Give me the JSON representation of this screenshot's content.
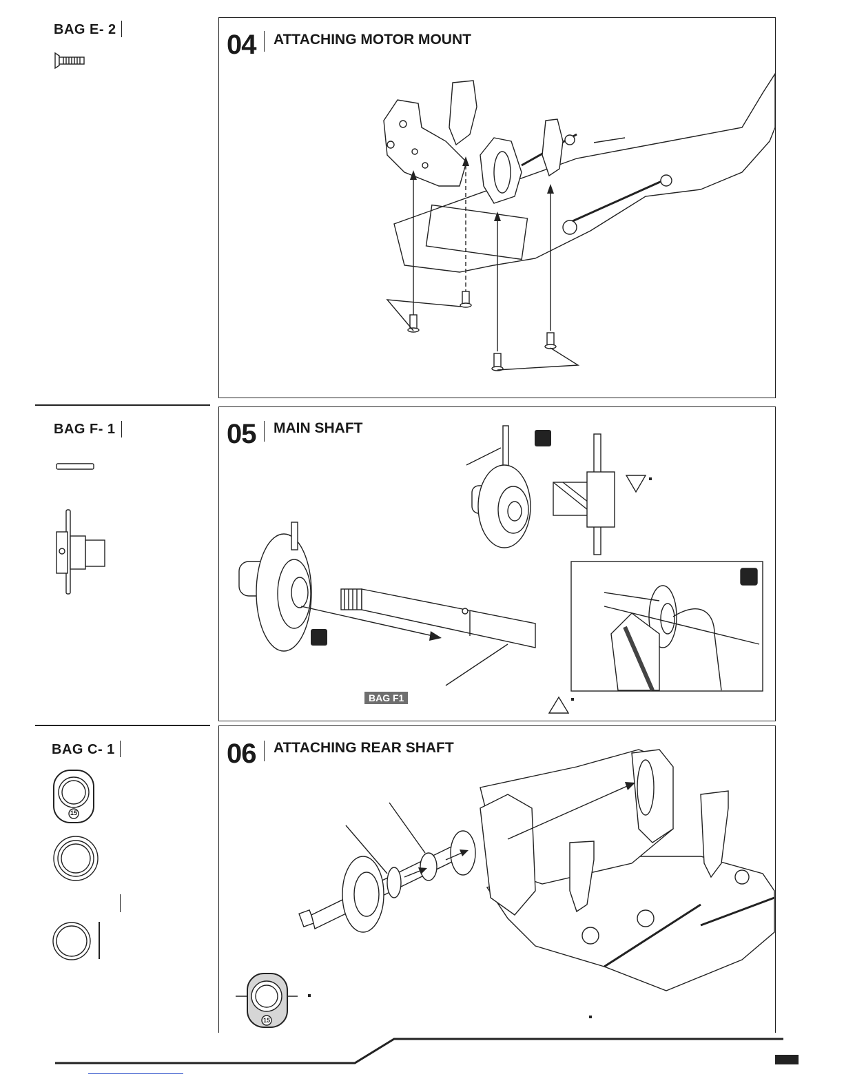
{
  "sidebar": {
    "bag_e2": "BAG E- 2",
    "bag_f1": "BAG F- 1",
    "bag_c1": "BAG C- 1",
    "washer_label": "15"
  },
  "steps": [
    {
      "number": "04",
      "title": "ATTACHING MOTOR MOUNT"
    },
    {
      "number": "05",
      "title": "MAIN SHAFT",
      "tag": "BAG F1"
    },
    {
      "number": "06",
      "title": "ATTACHING REAR SHAFT",
      "washer_label": "15"
    }
  ],
  "colors": {
    "ink": "#222222",
    "tag_bg": "#6f6f6f",
    "link": "#3355cc"
  }
}
